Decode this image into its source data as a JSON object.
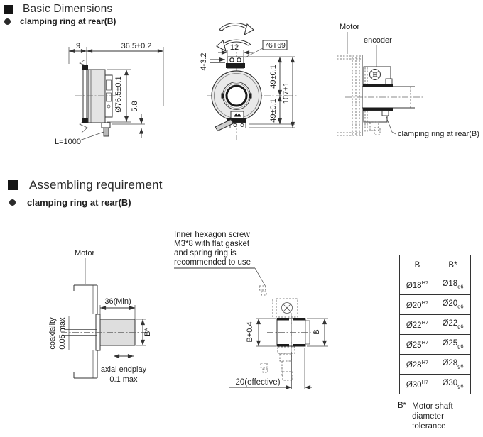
{
  "sections": {
    "basic": {
      "title": "Basic Dimensions",
      "subtitle": "clamping ring at rear(B)"
    },
    "assembling": {
      "title": "Assembling requirement",
      "subtitle": "clamping ring at rear(B)"
    }
  },
  "side_view": {
    "dim_depth_small": "9",
    "dim_depth_total": "36.5±0.2",
    "dim_outer_diameter": "Ø76.5±0.1",
    "dim_cable_offset": "5.8",
    "cable_length": "L=1000"
  },
  "front_view": {
    "dim_clamp_width": "12",
    "dim_holes": "4-3.2",
    "connector_label": "76T69",
    "dim_height_upper": "49±0.1",
    "dim_height_lower": "49±0.1",
    "dim_height_total": "107±1"
  },
  "mounting_view": {
    "motor_label": "Motor",
    "encoder_label": "encoder",
    "clamp_label": "clamping ring at rear(B)"
  },
  "shaft_view": {
    "motor_label": "Motor",
    "dim_shaft_length": "36(Min)",
    "dim_shaft_diameter": "B*",
    "coaxiality_label": "coaxiality",
    "coaxiality_value": "0.05 max",
    "endplay_label": "axial endplay",
    "endplay_value": "0.1 max"
  },
  "coupling_view": {
    "screw_note": [
      "Inner hexagon screw",
      "M3*8 with flat gasket",
      "and spring ring is",
      "recommended to use"
    ],
    "dim_bore_plus": "B+0.4",
    "dim_bore": "B",
    "dim_effective": "20(effective)"
  },
  "tolerance_table": {
    "headers": [
      "B",
      "B*"
    ],
    "rows": [
      {
        "bore": "Ø18",
        "bore_tol": "H7",
        "shaft": "Ø18",
        "shaft_tol": "g6"
      },
      {
        "bore": "Ø20",
        "bore_tol": "H7",
        "shaft": "Ø20",
        "shaft_tol": "g6"
      },
      {
        "bore": "Ø22",
        "bore_tol": "H7",
        "shaft": "Ø22",
        "shaft_tol": "g6"
      },
      {
        "bore": "Ø25",
        "bore_tol": "H7",
        "shaft": "Ø25",
        "shaft_tol": "g6"
      },
      {
        "bore": "Ø28",
        "bore_tol": "H7",
        "shaft": "Ø28",
        "shaft_tol": "g6"
      },
      {
        "bore": "Ø30",
        "bore_tol": "H7",
        "shaft": "Ø30",
        "shaft_tol": "g6"
      }
    ],
    "footnote_mark": "B*",
    "footnote": [
      "Motor shaft",
      "diameter",
      "tolerance"
    ]
  }
}
